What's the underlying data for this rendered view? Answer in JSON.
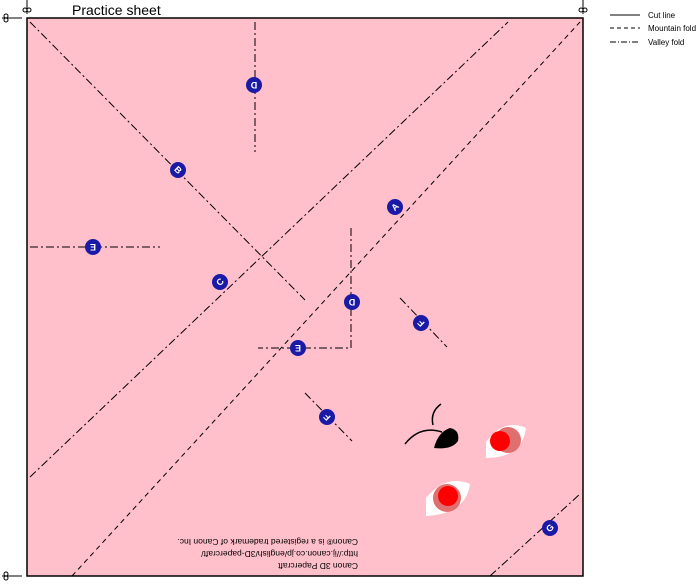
{
  "sheet": {
    "title": "Practice sheet",
    "paper_color": "#ffc0cb"
  },
  "legend": {
    "cut": "Cut line",
    "mountain": "Mountain fold",
    "valley": "Valley fold"
  },
  "badges": {
    "a": "A",
    "b": "B",
    "c": "C",
    "d1": "D",
    "d2": "D",
    "e1": "E",
    "e2": "E",
    "f1": "F",
    "f2": "F",
    "g": "G"
  },
  "credits": {
    "line1": "Canon 3D Papercraft",
    "line2": "http://ij.canon.co.jp/english/3D-papercraft/",
    "line3": "Canon® is a registered trademark of Canon Inc."
  },
  "colors": {
    "badge": "#1a1aa6",
    "eye_red": "#ff0000",
    "eye_ring": "#e07070",
    "nose": "#000000"
  },
  "icons": {
    "scissors": "scissors-icon",
    "top_mark": "registration-mark-icon"
  }
}
